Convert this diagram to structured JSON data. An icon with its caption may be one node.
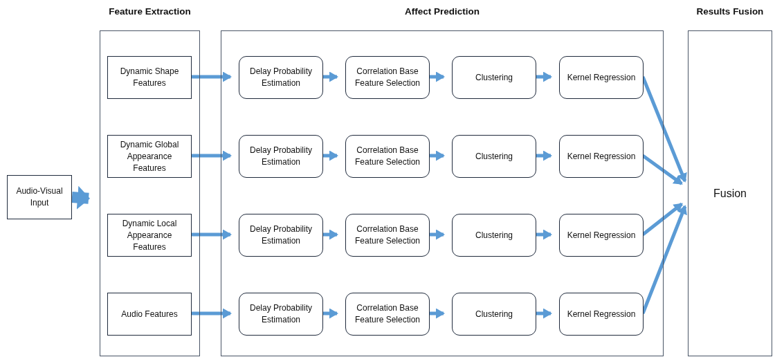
{
  "diagram": {
    "nodes": [
      {
        "text": [
          "Audio-Visual Input"
        ]
      },
      {
        "text": [
          "Feature Extraction"
        ]
      },
      {
        "text": [
          "Dynamic Shape Features"
        ],
        "in": 1
      },
      {
        "text": [
          "Dynamic Global Appearance Features"
        ],
        "in": 1
      },
      {
        "text": [
          "Dynamic Local Appearance Features"
        ],
        "in": 1
      },
      {
        "text": [
          "Audio Features"
        ],
        "in": 1
      },
      {
        "text": [
          "Affect Prediction"
        ]
      },
      {
        "text": [
          "Delay Probability Estimation"
        ],
        "in": 6
      },
      {
        "text": [
          "Correlation Base Feature Selection"
        ],
        "in": 6
      },
      {
        "text": [
          "Clustering"
        ],
        "in": 6
      },
      {
        "text": [
          "Kernel Regression"
        ],
        "in": 6
      },
      {
        "text": [
          "Delay Probability Estimation"
        ],
        "in": 6
      },
      {
        "text": [
          "Correlation Base Feature Selection"
        ],
        "in": 6
      },
      {
        "text": [
          "Clustering"
        ],
        "in": 6
      },
      {
        "text": [
          "Kernel Regression"
        ],
        "in": 6
      },
      {
        "text": [
          "Delay Probability Estimation"
        ],
        "in": 6
      },
      {
        "text": [
          "Correlation Base Feature Selection"
        ],
        "in": 6
      },
      {
        "text": [
          "Clustering"
        ],
        "in": 6
      },
      {
        "text": [
          "Kernel Regression"
        ],
        "in": 6
      },
      {
        "text": [
          "Delay Probability Estimation"
        ],
        "in": 6
      },
      {
        "text": [
          "Correlation Base Feature Selection"
        ],
        "in": 6
      },
      {
        "text": [
          "Clustering"
        ],
        "in": 6
      },
      {
        "text": [
          "Kernel Regression"
        ],
        "in": 6
      },
      {
        "text": [
          "Results Fusion",
          "Fusion"
        ]
      }
    ],
    "edges": [
      {
        "from": 0,
        "to": 1,
        "arrow": "to",
        "style": "thick"
      },
      {
        "from": 2,
        "to": 7,
        "arrow": "to"
      },
      {
        "from": 7,
        "to": 8,
        "arrow": "to"
      },
      {
        "from": 8,
        "to": 9,
        "arrow": "to"
      },
      {
        "from": 9,
        "to": 10,
        "arrow": "to"
      },
      {
        "from": 10,
        "to": 23,
        "arrow": "to"
      },
      {
        "from": 3,
        "to": 11,
        "arrow": "to"
      },
      {
        "from": 11,
        "to": 12,
        "arrow": "to"
      },
      {
        "from": 12,
        "to": 13,
        "arrow": "to"
      },
      {
        "from": 13,
        "to": 14,
        "arrow": "to"
      },
      {
        "from": 14,
        "to": 23,
        "arrow": "to"
      },
      {
        "from": 4,
        "to": 15,
        "arrow": "to"
      },
      {
        "from": 15,
        "to": 16,
        "arrow": "to"
      },
      {
        "from": 16,
        "to": 17,
        "arrow": "to"
      },
      {
        "from": 17,
        "to": 18,
        "arrow": "to"
      },
      {
        "from": 18,
        "to": 23,
        "arrow": "to"
      },
      {
        "from": 5,
        "to": 19,
        "arrow": "to"
      },
      {
        "from": 19,
        "to": 20,
        "arrow": "to"
      },
      {
        "from": 20,
        "to": 21,
        "arrow": "to"
      },
      {
        "from": 21,
        "to": 22,
        "arrow": "to"
      },
      {
        "from": 22,
        "to": 23,
        "arrow": "to"
      }
    ]
  }
}
